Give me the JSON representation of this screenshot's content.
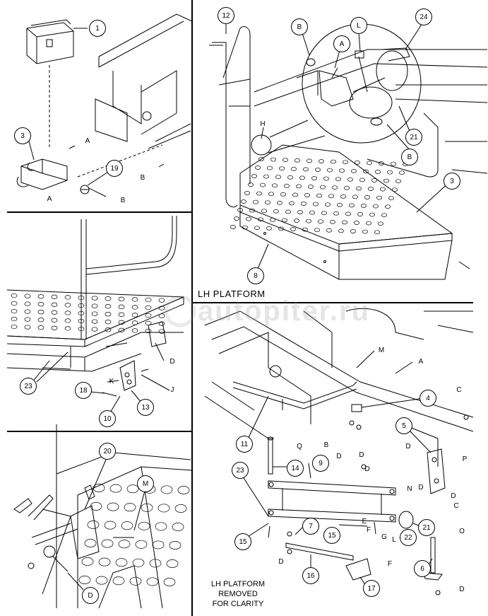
{
  "title": "LH PLATFORM",
  "note": [
    "LH PLATFORM",
    "REMOVED",
    "FOR CLARITY"
  ],
  "watermark": "autopiter.ru",
  "callouts": {
    "c1": "1",
    "c3a": "3",
    "c19": "19",
    "c12": "12",
    "cBtop": "B",
    "cL": "L",
    "c24": "24",
    "cA2": "A",
    "c21a": "21",
    "cB2": "B",
    "c3b": "3",
    "c8": "8",
    "c23a": "23",
    "c18": "18",
    "c13": "13",
    "c10": "10",
    "c20": "20",
    "cM1": "M",
    "cD1": "D",
    "c4": "4",
    "c5": "5",
    "c11": "11",
    "c14": "14",
    "c9": "9",
    "c23b": "23",
    "c15a": "15",
    "c7": "7",
    "c15b": "15",
    "c22": "22",
    "c21b": "21",
    "c16": "16",
    "c17": "17",
    "c6": "6"
  },
  "letters": {
    "lA1": "A",
    "lB1": "B",
    "lA2": "A",
    "lB2": "B",
    "lH": "H",
    "lD1": "D",
    "lK": "K",
    "lJ": "J",
    "lM2": "M",
    "lA3": "A",
    "lC1": "C",
    "lB3": "B",
    "lD2": "D",
    "lQ": "Q",
    "lD3": "D",
    "lD4": "D",
    "lP": "P",
    "lD5": "D",
    "lN": "N",
    "lC2": "C",
    "lD6": "D",
    "lE": "E",
    "lF1": "F",
    "lG": "G",
    "lL": "L",
    "lO": "O",
    "lD7": "D",
    "lF2": "F",
    "lD8": "D",
    "lD9": "D"
  }
}
